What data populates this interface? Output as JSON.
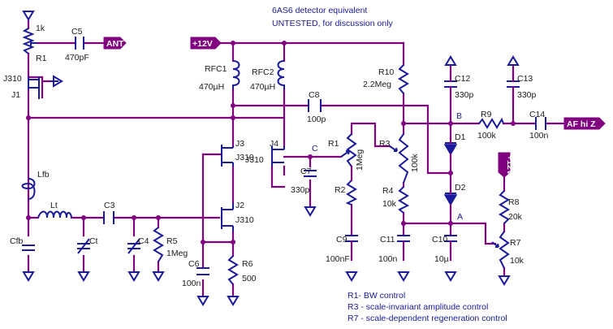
{
  "header": {
    "title": "6AS6 detector equivalent",
    "subtitle": "UNTESTED, for discussion only"
  },
  "ports": {
    "ant": "ANT",
    "vcc_top": "+12V",
    "vcc_right": "+12V",
    "af_out": "AF hi Z"
  },
  "nodes": {
    "a": "A",
    "b": "B",
    "c": "C"
  },
  "components": {
    "r1_pot_top": "R1",
    "r1_top_value": "1k",
    "c5": "C5",
    "c5_value": "470pF",
    "j310_1": "J310",
    "j1": "J1",
    "rfc1": "RFC1",
    "rfc1_value": "470µH",
    "rfc2": "RFC2",
    "rfc2_value": "470µH",
    "c8": "C8",
    "c8_value": "100p",
    "r10": "R10",
    "r10_value": "2.2Meg",
    "c12": "C12",
    "c12_value": "330p",
    "c13": "C13",
    "c13_value": "330p",
    "r9": "R9",
    "r9_value": "100k",
    "c14": "C14",
    "c14_value": "100n",
    "d1": "D1",
    "d2": "D2",
    "j3": "J3",
    "j3_type": "J310",
    "j4": "J4",
    "j4_type": "J310",
    "j2": "J2",
    "j2_type": "J310",
    "c7": "C7",
    "c7_value": "330p",
    "r1": "R1",
    "r1_value": "1Meg",
    "r2": "R2",
    "r3": "R3",
    "r3_value": "100k",
    "r4": "R4",
    "r4_value": "10k",
    "r8": "R8",
    "r8_value": "20k",
    "r7": "R7",
    "r7_value": "10k",
    "lfb": "Lfb",
    "lt": "Lt",
    "c3": "C3",
    "ct": "Ct",
    "c4": "C4",
    "r5": "R5",
    "r5_value": "1Meg",
    "cfb": "Cfb",
    "c6": "C6",
    "c6_value": "100n",
    "r6": "R6",
    "r6_value": "500",
    "c9": "C9",
    "c9_value": "100nF",
    "c11": "C11",
    "c11_value": "100n",
    "c10": "C10",
    "c10_value": "10µ"
  },
  "notes": [
    "R1- BW control",
    "R3 - scale-invariant amplitude control",
    "R7 - scale-dependent regeneration control"
  ]
}
